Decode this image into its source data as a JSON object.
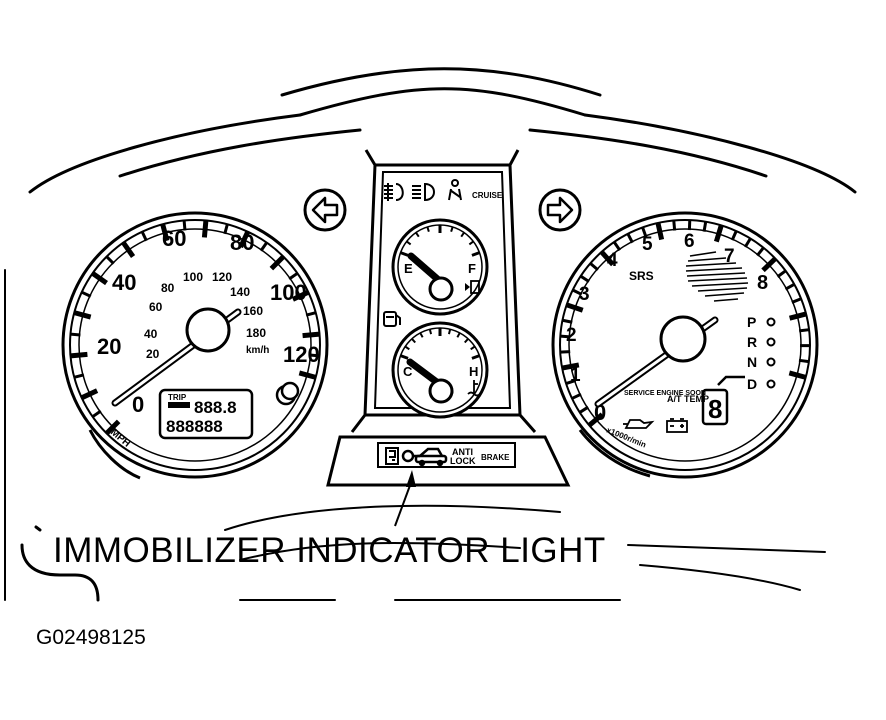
{
  "callout": {
    "label": "IMMOBILIZER INDICATOR LIGHT"
  },
  "figure_id": "G02498125",
  "speedometer": {
    "mph_labels": [
      "0",
      "20",
      "40",
      "60",
      "80",
      "100",
      "120"
    ],
    "kmh_labels": [
      "20",
      "40",
      "60",
      "80",
      "100",
      "120",
      "140",
      "160",
      "180"
    ],
    "unit_mph": "MPH",
    "unit_kmh": "km/h",
    "trip_label": "TRIP",
    "trip_reading": "888.8",
    "odometer_reading": "888888"
  },
  "tachometer": {
    "labels": [
      "0",
      "1",
      "2",
      "3",
      "4",
      "5",
      "6",
      "7",
      "8"
    ],
    "unit": "x1000r/min",
    "srs_label": "SRS",
    "gears": [
      "P",
      "R",
      "N",
      "D"
    ],
    "service_label": "SERVICE ENGINE SOON",
    "at_temp_label": "A/T TEMP",
    "gear_digit": "8"
  },
  "center": {
    "cruise_label": "CRUISE",
    "fuel_empty": "E",
    "fuel_full": "F",
    "temp_cold": "C",
    "temp_hot": "H"
  },
  "warning_strip": {
    "anti_lock_1": "ANTI",
    "anti_lock_2": "LOCK",
    "brake_label": "BRAKE"
  },
  "icons": [
    "left-turn-arrow-icon",
    "right-turn-arrow-icon",
    "fog-light-icon",
    "headlight-icon",
    "seatbelt-icon",
    "fuel-pump-icon",
    "coolant-icon",
    "oil-can-icon",
    "battery-icon",
    "door-open-icon",
    "immobilizer-key-car-icon"
  ]
}
